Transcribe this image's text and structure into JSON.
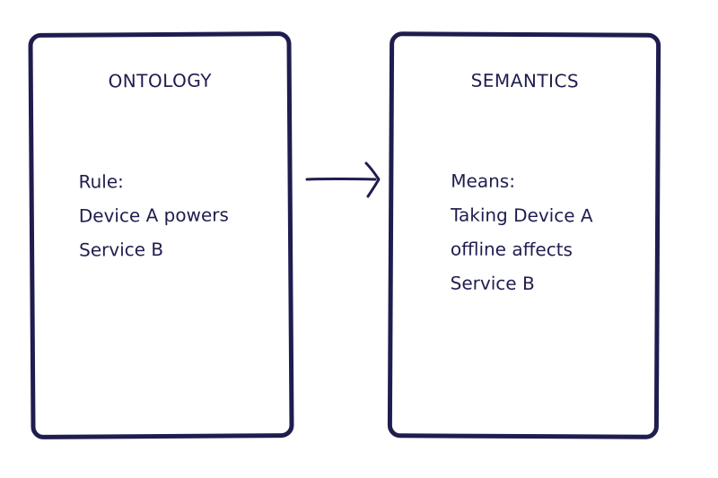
{
  "colors": {
    "ink": "#1f1d4f",
    "background": "#ffffff"
  },
  "left_card": {
    "title": "ONTOLOGY",
    "lines": [
      "Rule:",
      "Device A powers",
      "Service B"
    ]
  },
  "right_card": {
    "title": "SEMANTICS",
    "lines": [
      "Means:",
      "Taking Device A",
      "offline affects",
      "Service B"
    ]
  },
  "connector": {
    "icon": "arrow-right-icon"
  }
}
